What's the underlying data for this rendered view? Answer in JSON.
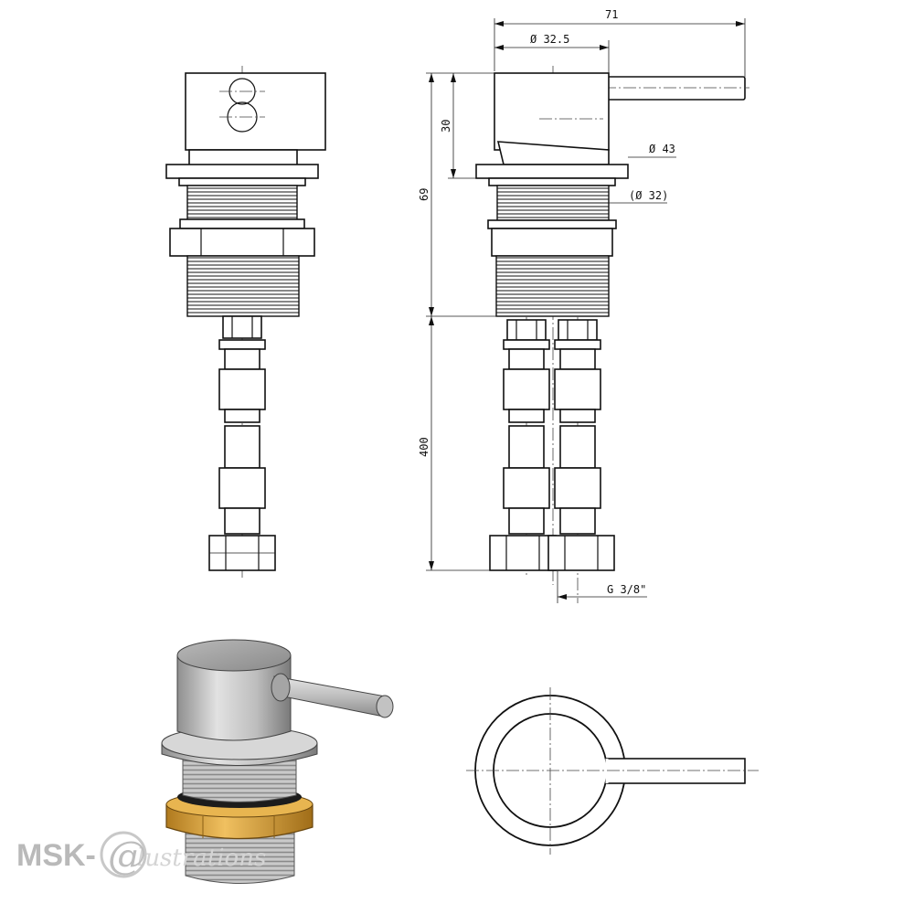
{
  "dimensions": {
    "overall_width": "71",
    "handle_diameter": "Ø 32.5",
    "flange_diameter": "Ø 43",
    "thread_diameter": "(Ø 32)",
    "handle_height": "30",
    "body_height": "69",
    "hose_length": "400",
    "connector_thread": "G 3/8\""
  },
  "watermark": {
    "brand": "MSK-",
    "at_symbol": "@",
    "script": "lustrations"
  },
  "colors": {
    "line": "#111111",
    "nut_gold": "#d8a43a",
    "metal_light": "#dcdcdc",
    "metal_mid": "#a9a9a9",
    "metal_dark": "#6e6e6e",
    "watermark": "#b9b9b9"
  }
}
